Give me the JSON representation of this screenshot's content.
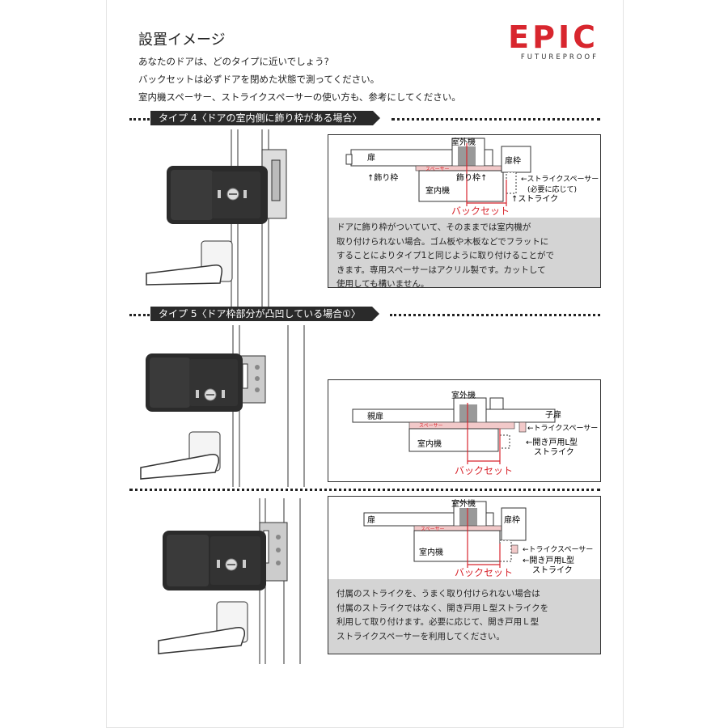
{
  "header": {
    "title": "設置イメージ",
    "intro": [
      "あなたのドアは、どのタイプに近いでしょう?",
      "バックセットは必ずドアを閉めた状態で測ってください。",
      "室内機スペーサー、ストライクスペーサーの使い方も、参考にしてください。"
    ],
    "logo": "EPIC",
    "logo_tagline": "FUTUREPROOF"
  },
  "sections": [
    {
      "label": "タイプ 4〈ドアの室内側に飾り枠がある場合〉",
      "diagram": {
        "outdoor_unit": "室外機",
        "door": "扉",
        "frame": "扉枠",
        "spacer": "スペーサー",
        "trim_left": "↑飾り枠",
        "trim_right": "飾り枠↑",
        "indoor_unit": "室内機",
        "strike_spacer": "←ストライクスペーサー",
        "strike_spacer_note": "(必要に応じて)",
        "strike": "↑ストライク",
        "backset": "バックセット"
      },
      "note": [
        "ドアに飾り枠がついていて、そのままでは室内機が",
        "取り付けられない場合。ゴム板や木板などでフラットに",
        "することによりタイプ1と同じように取り付けることがで",
        "きます。専用スペーサーはアクリル製です。カットして",
        "使用しても構いません。"
      ]
    },
    {
      "label": "タイプ 5〈ドア枠部分が凸凹している場合①〉",
      "diagram": {
        "outdoor_unit": "室外機",
        "parent_door": "親扉",
        "child_door": "子扉",
        "spacer": "スペーサー",
        "indoor_unit": "室内機",
        "strike_spacer": "←トライクスペーサー",
        "l_strike_1": "←開き戸用L型",
        "l_strike_2": "ストライク",
        "backset": "バックセット"
      }
    },
    {
      "diagram": {
        "outdoor_unit": "室外機",
        "door": "扉",
        "frame": "扉枠",
        "spacer": "スペーサー",
        "indoor_unit": "室内機",
        "strike_spacer": "←トライクスペーサー",
        "l_strike_1": "←開き戸用L型",
        "l_strike_2": "ストライク",
        "backset": "バックセット"
      },
      "note": [
        "付属のストライクを、うまく取り付けられない場合は",
        "付属のストライクではなく、開き戸用Ｌ型ストライクを",
        "利用して取り付けます。必要に応じて、開き戸用Ｌ型",
        "ストライクスペーサーを利用してください。"
      ]
    }
  ]
}
